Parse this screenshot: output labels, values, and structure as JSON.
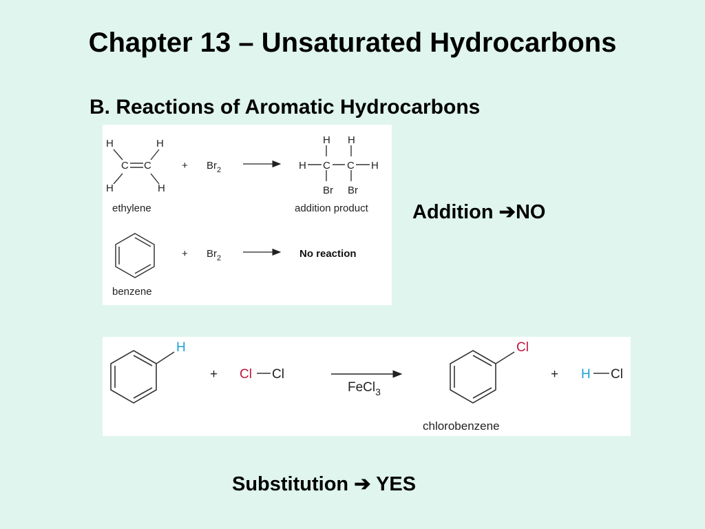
{
  "slide": {
    "title": "Chapter 13 – Unsaturated Hydrocarbons",
    "subtitle": "B.  Reactions of Aromatic Hydrocarbons"
  },
  "addition_figure": {
    "atom_H": "H",
    "atom_C": "C",
    "atom_Br": "Br",
    "plus": "+",
    "reagent_main": "Br",
    "reagent_sub": "2",
    "ethylene_label": "ethylene",
    "product_label": "addition product",
    "benzene_label": "benzene",
    "no_reaction": "No reaction"
  },
  "addition_result": {
    "label": "Addition",
    "arrow": "➔",
    "result": "NO"
  },
  "substitution_figure": {
    "atom_H": "H",
    "atom_Cl": "Cl",
    "plus": "+",
    "catalyst_main": "FeCl",
    "catalyst_sub": "3",
    "product_label": "chlorobenzene"
  },
  "substitution_result": {
    "label": "Substitution",
    "arrow": "➔",
    "result": "YES"
  },
  "colors": {
    "background": "#dff5ee",
    "panel": "#ffffff",
    "hydrogen_highlight": "#1ea0d8",
    "chlorine_highlight": "#c0143c"
  }
}
